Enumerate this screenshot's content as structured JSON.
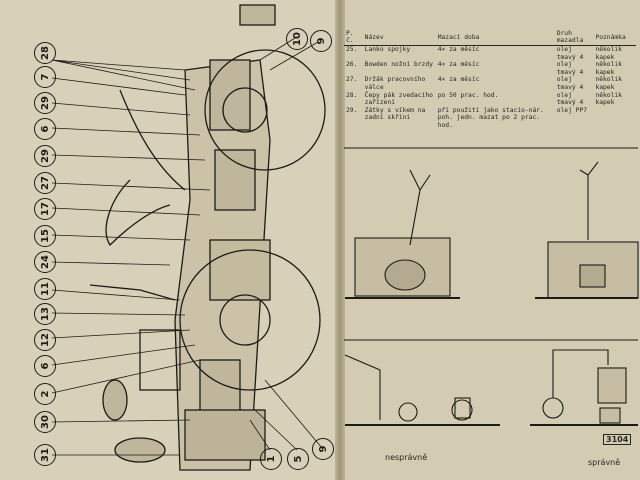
{
  "callouts": [
    "28",
    "7",
    "29",
    "6",
    "29",
    "27",
    "17",
    "15",
    "24",
    "11",
    "13",
    "12",
    "6",
    "2",
    "30",
    "31",
    "10",
    "9",
    "1",
    "5",
    "9"
  ],
  "table": {
    "headers": [
      "P. č.",
      "Název",
      "Mazací doba",
      "Druh mazadla",
      "Poznámka"
    ],
    "rows": [
      {
        "no": "25.",
        "name": "Lanko spojky",
        "interval": "4× za měsíc",
        "lubricant": "olej tmavý 4",
        "note": "několik kapek"
      },
      {
        "no": "26.",
        "name": "Bowden nožní brzdy",
        "interval": "4× za měsíc",
        "lubricant": "olej tmavý 4",
        "note": "několik kapek"
      },
      {
        "no": "27.",
        "name": "Držák pracovního válce",
        "interval": "4× za měsíc",
        "lubricant": "olej tmavý 4",
        "note": "několik kapek"
      },
      {
        "no": "28.",
        "name": "Čepy pák zvedacího zařízení",
        "interval": "po 50 prac. hod.",
        "lubricant": "olej tmavý 4",
        "note": "několik kapek"
      },
      {
        "no": "29.",
        "name": "Zátky s víkem na zadní skříni",
        "interval": "při použití jako stacio-nár. poh. jedn. mazat po 2 prac. hod.",
        "lubricant": "olej PP7",
        "note": ""
      }
    ]
  },
  "captions": {
    "wrong": "nesprávně",
    "right": "správně"
  },
  "page_number": "3104"
}
